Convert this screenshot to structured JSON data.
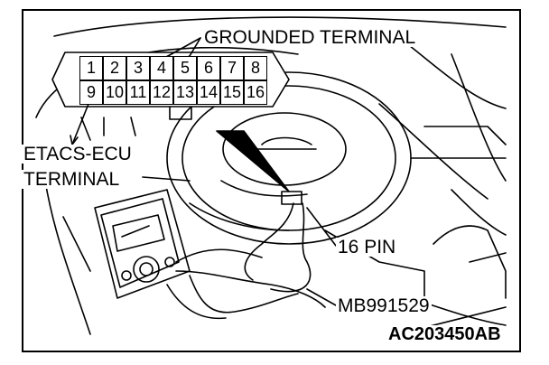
{
  "labels": {
    "grounded_terminal": "GROUNDED TERMINAL",
    "etacs_ecu_line1": "ETACS-ECU",
    "etacs_ecu_line2": "TERMINAL",
    "pin_count": "16 PIN",
    "tool_number": "MB991529",
    "figure_code": "AC203450AB"
  },
  "connector": {
    "top_row": [
      "1",
      "2",
      "3",
      "4",
      "5",
      "6",
      "7",
      "8"
    ],
    "bottom_row": [
      "9",
      "10",
      "11",
      "12",
      "13",
      "14",
      "15",
      "16"
    ]
  },
  "colors": {
    "ink": "#000000",
    "background": "#ffffff"
  }
}
